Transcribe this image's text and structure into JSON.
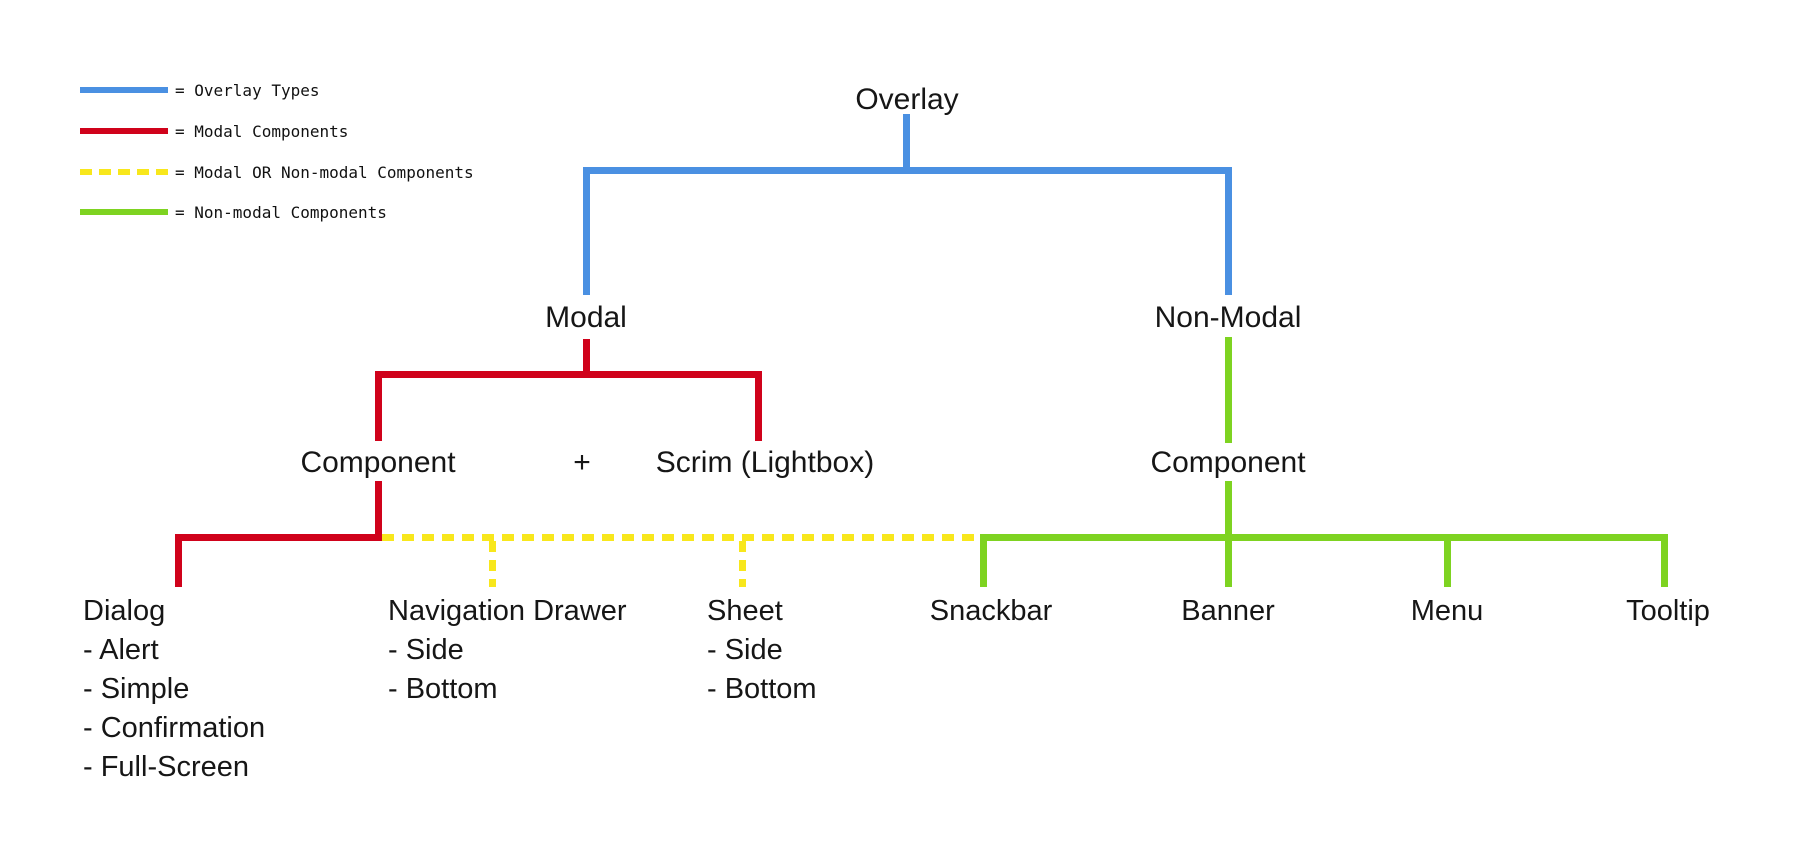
{
  "legend": {
    "items": [
      {
        "label": "= Overlay Types",
        "color": "#4A90E2",
        "line_style": "solid"
      },
      {
        "label": "= Modal Components",
        "color": "#D0021B",
        "line_style": "solid"
      },
      {
        "label": "= Modal OR Non-modal Components",
        "color": "#F8E71C",
        "line_style": "dashed"
      },
      {
        "label": "= Non-modal Components",
        "color": "#7ED321",
        "line_style": "solid"
      }
    ]
  },
  "tree": {
    "root": {
      "label": "Overlay"
    },
    "modal": {
      "label": "Modal"
    },
    "non_modal": {
      "label": "Non-Modal"
    },
    "modal_component": {
      "label": "Component"
    },
    "plus": {
      "label": "+"
    },
    "scrim": {
      "label": "Scrim (Lightbox)"
    },
    "non_modal_component": {
      "label": "Component"
    },
    "dialog": {
      "label": "Dialog",
      "items": [
        "- Alert",
        "- Simple",
        "- Confirmation",
        "- Full-Screen"
      ]
    },
    "navigation_drawer": {
      "label": "Navigation Drawer",
      "items": [
        "- Side",
        "- Bottom"
      ]
    },
    "sheet": {
      "label": "Sheet",
      "items": [
        "- Side",
        "- Bottom"
      ]
    },
    "snackbar": {
      "label": "Snackbar"
    },
    "banner": {
      "label": "Banner"
    },
    "menu": {
      "label": "Menu"
    },
    "tooltip": {
      "label": "Tooltip"
    }
  }
}
